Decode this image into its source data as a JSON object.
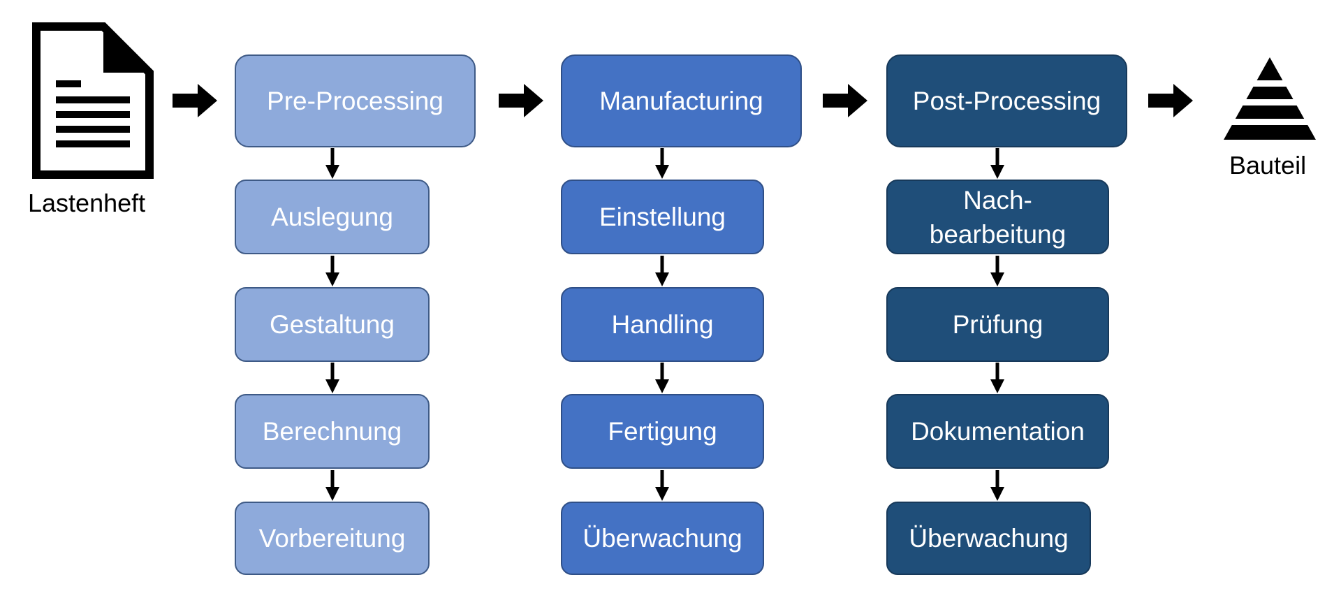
{
  "start": {
    "label": "Lastenheft",
    "icon": "document-icon"
  },
  "end": {
    "label": "Bauteil",
    "icon": "pyramid-icon"
  },
  "colors": {
    "pre": "#8eaadb",
    "mfg": "#4472c4",
    "post": "#1f4e79",
    "text": "#ffffff",
    "arrow": "#000000"
  },
  "columns": [
    {
      "title": "Pre-Processing",
      "steps": [
        "Auslegung",
        "Gestaltung",
        "Berechnung",
        "Vorbereitung"
      ]
    },
    {
      "title": "Manufacturing",
      "steps": [
        "Einstellung",
        "Handling",
        "Fertigung",
        "Überwachung"
      ]
    },
    {
      "title": "Post-Processing",
      "steps": [
        "Nach-\nbearbeitung",
        "Prüfung",
        "Dokumentation",
        "Überwachung"
      ]
    }
  ]
}
